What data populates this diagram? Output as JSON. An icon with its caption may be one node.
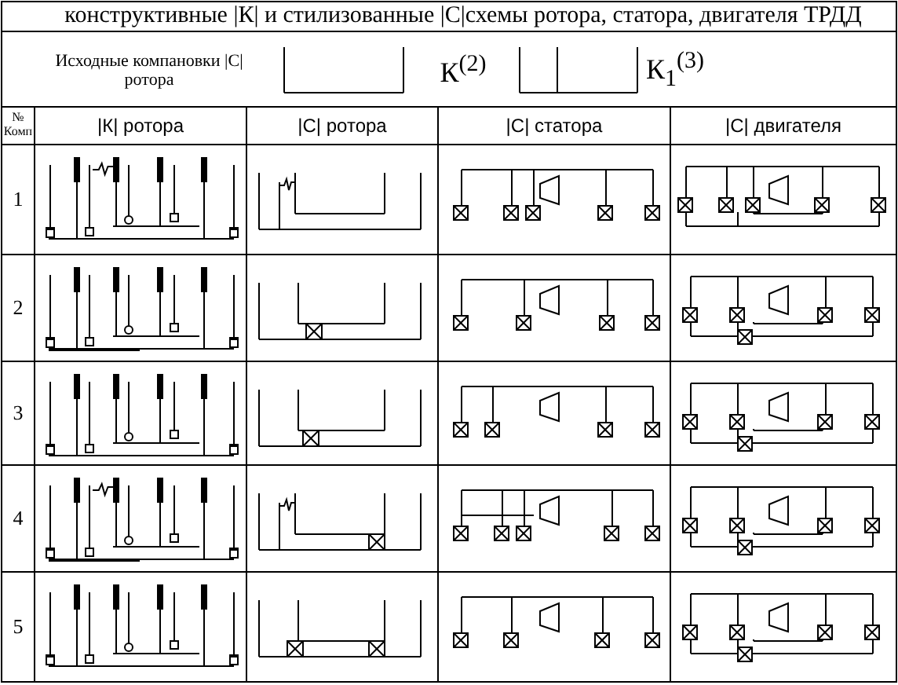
{
  "diagram": {
    "title": "конструктивные |К| и стилизованные |С|схемы ротора, статора, двигателя ТРДД",
    "labels": [
      "Исходные компановки |С| ротора",
      "К$^{(2)}$",
      "К$_{1}$$^{(3)}$",
      "№ Комп",
      "|К|  ротора",
      "|С|  ротора",
      "|С|  статора",
      "|С|  двигателя",
      "1",
      "2",
      "3",
      "4",
      "5"
    ]
  }
}
